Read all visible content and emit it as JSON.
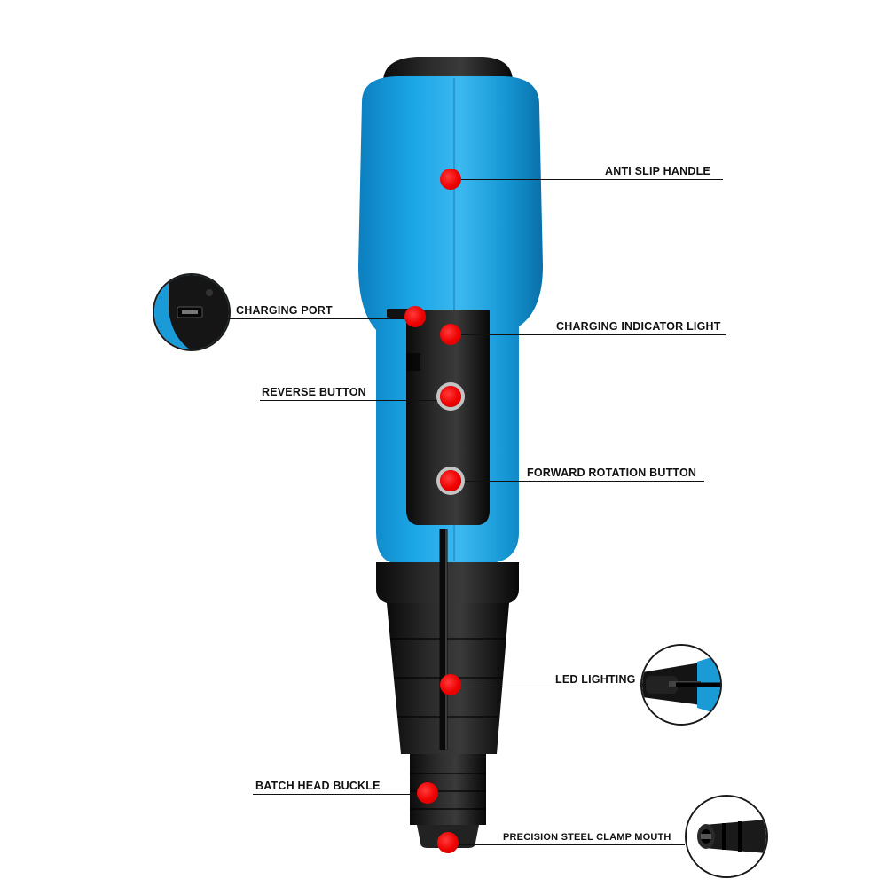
{
  "product": {
    "body_color": "#1ba1e2",
    "dark_color": "#1a1a1a",
    "marker_color": "#ee0000"
  },
  "callouts": {
    "anti_slip_handle": "ANTI SLIP HANDLE",
    "charging_port": "CHARGING PORT",
    "charging_indicator_light": "CHARGING INDICATOR LIGHT",
    "reverse_button": "REVERSE BUTTON",
    "forward_rotation_button": "FORWARD ROTATION BUTTON",
    "led_lighting": "LED LIGHTING",
    "batch_head_buckle": "BATCH HEAD BUCKLE",
    "precision_steel_clamp_mouth": "PRECISION STEEL CLAMP MOUTH"
  }
}
